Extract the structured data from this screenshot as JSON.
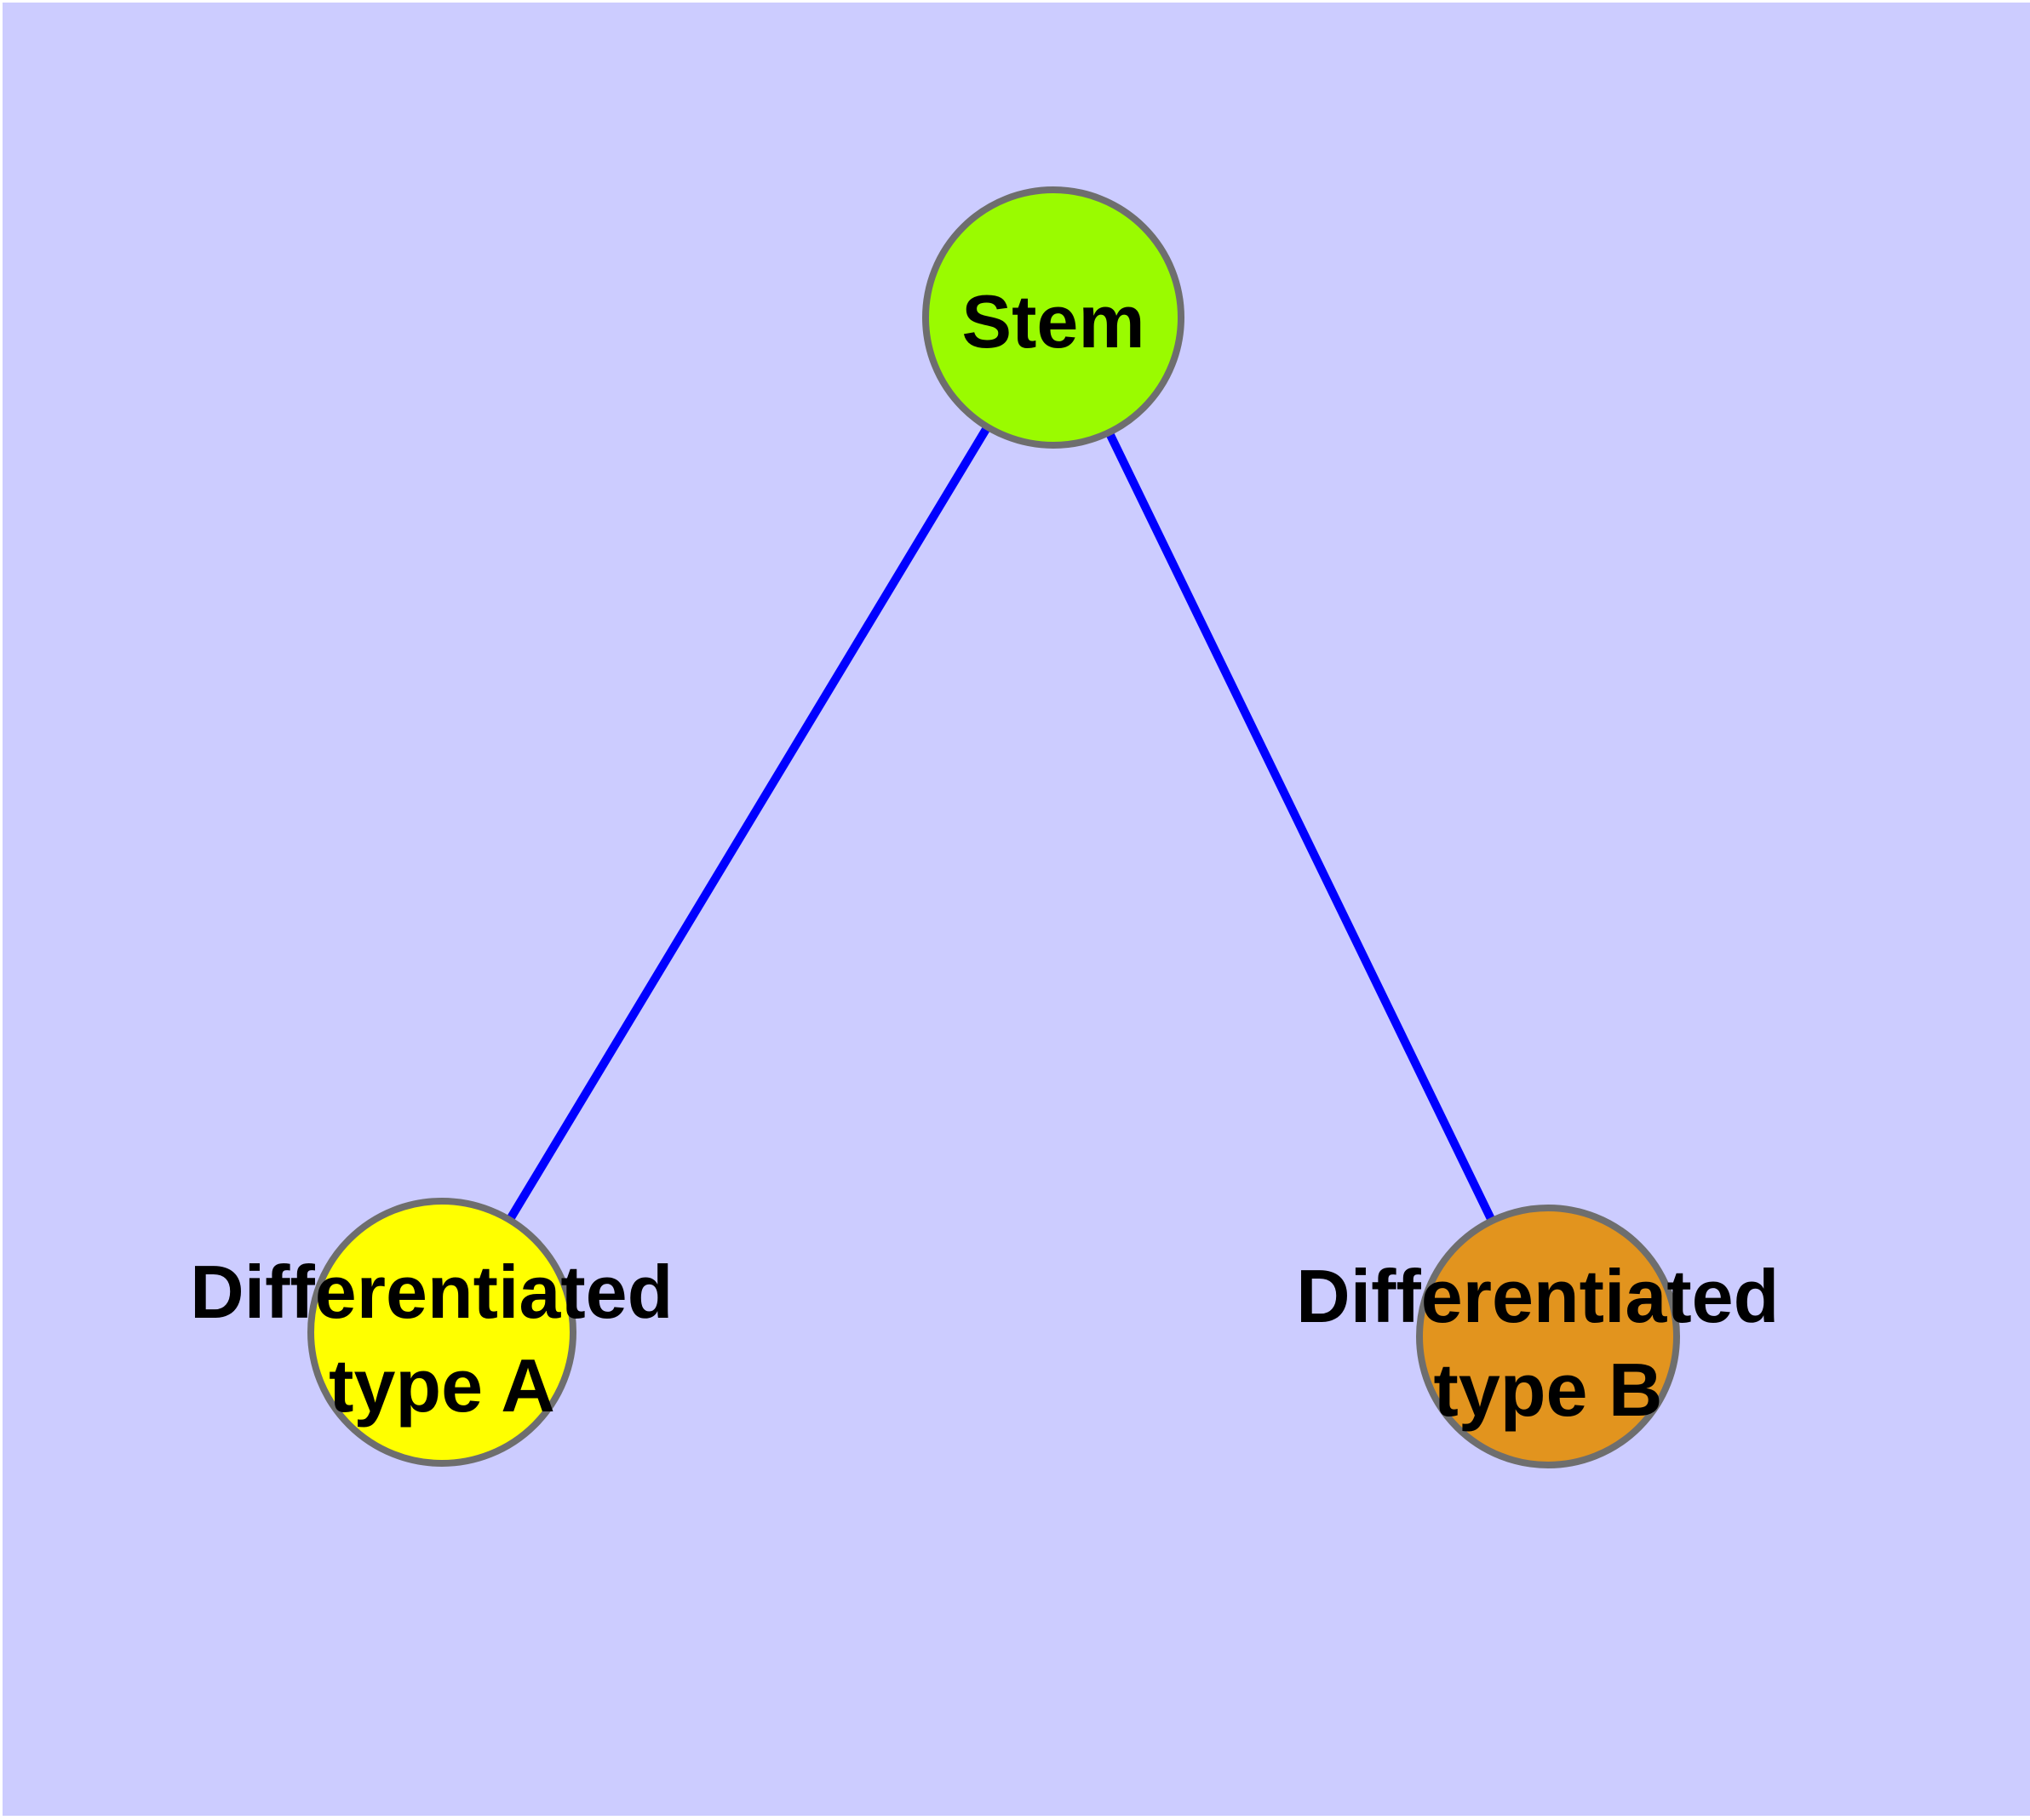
{
  "diagram": {
    "type": "graph",
    "background_color": "#CCCCFF",
    "edge_color": "#0000FF",
    "node_border_color": "#6E6E6E",
    "label_color": "#000000",
    "nodes": [
      {
        "id": "stem",
        "label": "Stem",
        "label_lines": [
          "Stem"
        ],
        "color": "#9AFB00"
      },
      {
        "id": "differentiated-type-a",
        "label": "Differentiated type A",
        "label_lines": [
          "Differentiated",
          "type A"
        ],
        "color": "#FFFF00"
      },
      {
        "id": "differentiated-type-b",
        "label": "Differentiated type B",
        "label_lines": [
          "Differentiated",
          "type B"
        ],
        "color": "#E2941E"
      }
    ],
    "edges": [
      {
        "from": "stem",
        "to": "differentiated-type-a"
      },
      {
        "from": "stem",
        "to": "differentiated-type-b"
      }
    ]
  }
}
